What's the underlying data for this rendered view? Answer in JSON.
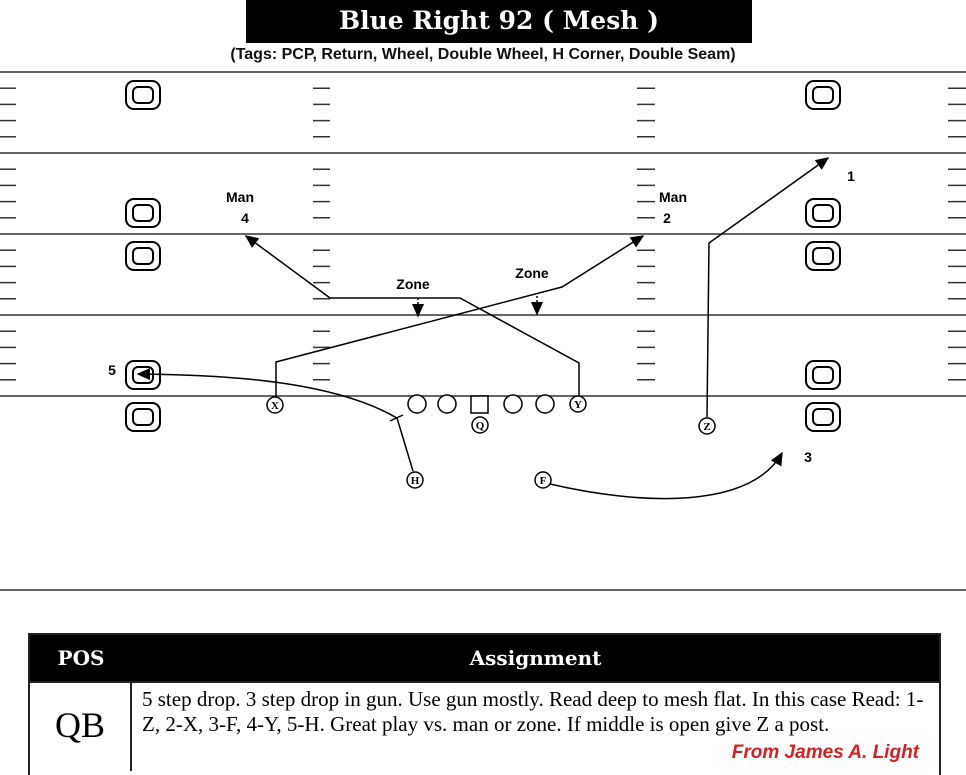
{
  "title": "Blue Right 92 ( Mesh )",
  "subtitle": "(Tags: PCP, Return, Wheel, Double Wheel, H Corner, Double Seam)",
  "diagram": {
    "players": {
      "x": "X",
      "y": "Y",
      "z": "Z",
      "h": "H",
      "f": "F",
      "q": "Q"
    },
    "reads": {
      "r1": "1",
      "r2": "2",
      "r3": "3",
      "r4": "4",
      "r5": "5"
    },
    "coverage": {
      "man": "Man",
      "zone": "Zone"
    }
  },
  "table": {
    "headers": [
      "POS",
      "Assignment"
    ],
    "rows": [
      {
        "pos": "QB",
        "assignment": "5 step drop. 3 step drop in gun.  Use gun mostly.  Read deep to mesh flat.  In this case Read: 1-Z, 2-X, 3-F, 4-Y, 5-H.  Great play vs. man or zone.  If middle is open give Z a post."
      }
    ],
    "credit": "From James A. Light"
  }
}
